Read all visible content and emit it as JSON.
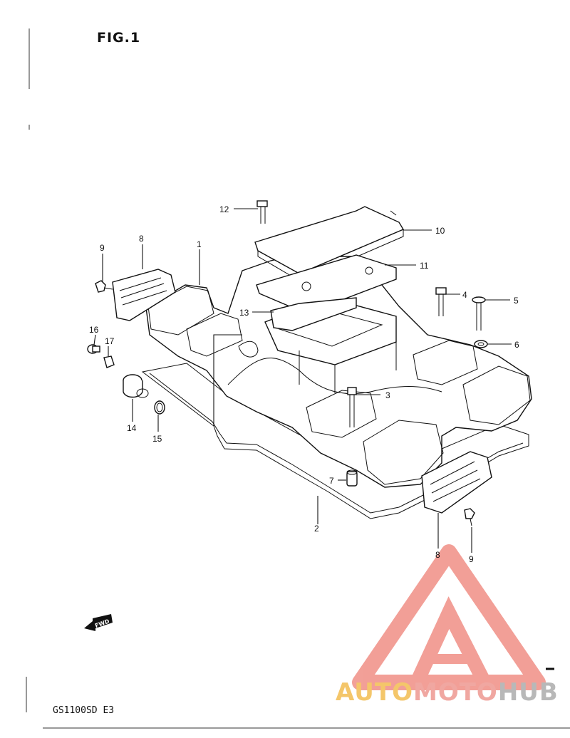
{
  "figure": {
    "title": "FIG.1",
    "model_code": "GS1100SD E3"
  },
  "callouts": {
    "c1": "1",
    "c2": "2",
    "c3": "3",
    "c4": "4",
    "c5": "5",
    "c6": "6",
    "c7": "7",
    "c8a": "8",
    "c8b": "8",
    "c9a": "9",
    "c9b": "9",
    "c10": "10",
    "c11": "11",
    "c12": "12",
    "c13": "13",
    "c14": "14",
    "c15": "15",
    "c16": "16",
    "c17": "17"
  },
  "fwd_label": "FWD",
  "watermark": {
    "auto": "AUTO",
    "moto": "MOTO",
    "hub": "HUB",
    "colors": {
      "triangle": "#f08f86",
      "auto": "#f4c66a",
      "moto": "#f0a7a1",
      "hub": "#b8b8b8"
    }
  }
}
